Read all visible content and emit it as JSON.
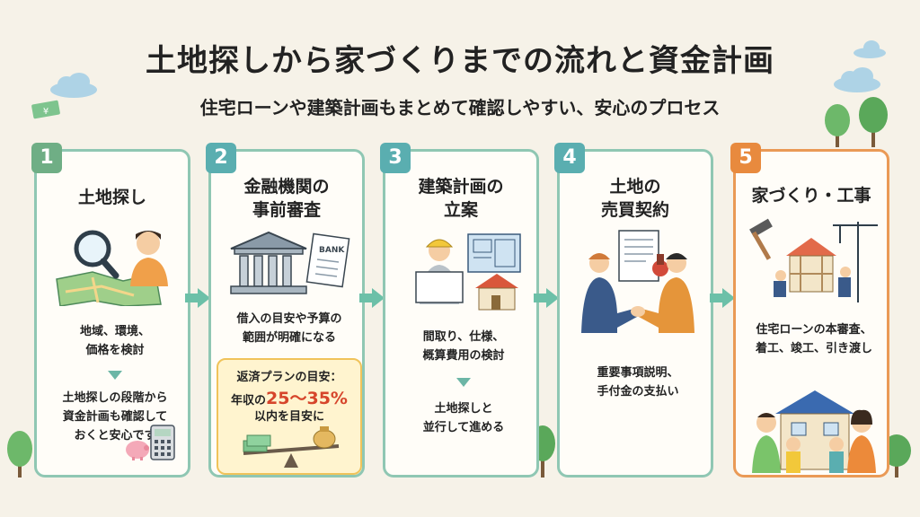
{
  "title": "土地探しから家づくりまでの流れと資金計画",
  "subtitle": "住宅ローンや建築計画もまとめて確認しやすい、安心のプロセス",
  "colors": {
    "green": "#6fae85",
    "teal": "#5aaeb0",
    "orange": "#e88a3e",
    "accent": "#d6452b",
    "note_bg": "#fff4cf"
  },
  "steps": [
    {
      "number": "1",
      "title": "土地探し",
      "desc": "地域、環境、\n価格を検討",
      "note": "土地探しの段階から\n資金計画も確認して\nおくと安心です",
      "icons": [
        "magnifier-icon",
        "map-icon",
        "piggy-bank-icon",
        "calculator-icon"
      ]
    },
    {
      "number": "2",
      "title": "金融機関の\n事前審査",
      "desc": "借入の目安や予算の\n範囲が明確になる",
      "bank_label": "BANK",
      "note_title": "返済プランの目安：",
      "note_prefix": "年収の",
      "note_value": "25～35%",
      "note_suffix": "以内を目安に",
      "icons": [
        "bank-icon",
        "document-icon",
        "scale-icon",
        "money-bag-icon"
      ]
    },
    {
      "number": "3",
      "title": "建築計画の\n立案",
      "desc": "間取り、仕様、\n概算費用の検討",
      "note": "土地探しと\n並行して進める",
      "icons": [
        "architect-icon",
        "blueprint-icon",
        "house-model-icon"
      ]
    },
    {
      "number": "4",
      "title": "土地の\n売買契約",
      "desc": "重要事項説明、\n手付金の支払い",
      "icons": [
        "handshake-icon",
        "contract-icon",
        "stamp-icon"
      ]
    },
    {
      "number": "5",
      "title": "家づくり・工事",
      "desc": "住宅ローンの本審査、\n着工、竣工、引き渡し",
      "icons": [
        "hammer-icon",
        "crane-icon",
        "house-frame-icon",
        "family-icon"
      ]
    }
  ]
}
